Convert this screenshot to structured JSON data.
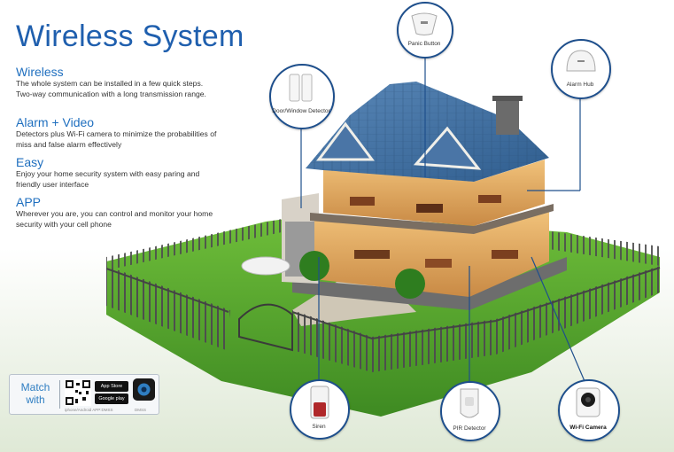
{
  "title": "Wireless System",
  "features": [
    {
      "heading": "Wireless",
      "body": "The whole system can be installed in a few quick steps. Two-way communication with a long transmission range."
    },
    {
      "heading": "Alarm + Video",
      "body": "Detectors plus Wi-Fi camera to minimize the probabilities of miss and false alarm effectively"
    },
    {
      "heading": "Easy",
      "body": "Enjoy your home security system with easy paring and friendly user interface"
    },
    {
      "heading": "APP",
      "body": "Wherever you are, you can control and monitor your home security with your cell phone"
    }
  ],
  "devices": {
    "panic_button": "Panic Button",
    "door_window_detector": "Door/Window Detector",
    "alarm_hub": "Alarm Hub",
    "siren": "Siren",
    "pir_detector": "PIR Detector",
    "wifi_camera": "Wi-Fi Camera"
  },
  "match": {
    "label": "Match with",
    "app_store": "App Store",
    "google_play": "Google play",
    "caption": "iphone/Android APP:DMSS",
    "app_name": "DMSS"
  },
  "colors": {
    "title_blue": "#1f5fae",
    "heading_blue": "#1f6fbf",
    "callout_border": "#1e4f8c",
    "grass": "#5aa72c",
    "roof": "#3f6fa0",
    "fence": "#5b5b5b"
  }
}
